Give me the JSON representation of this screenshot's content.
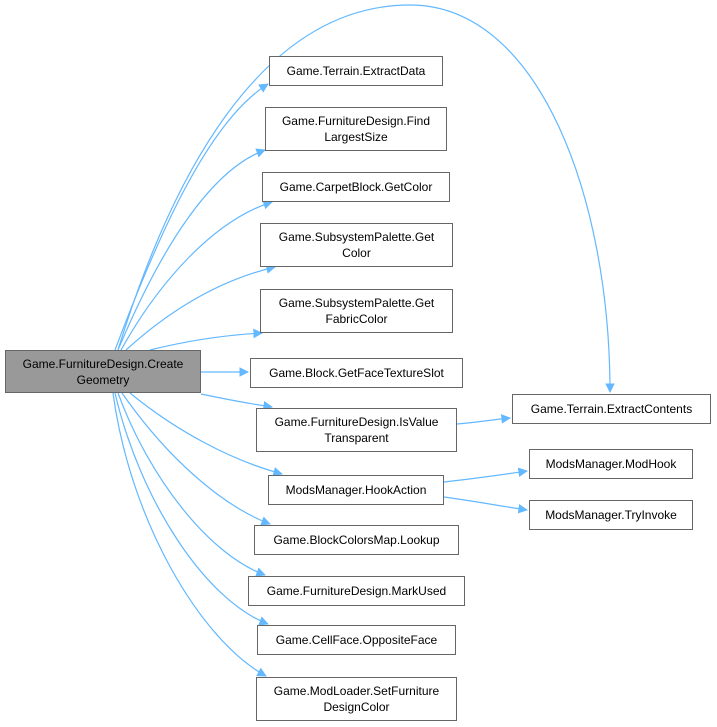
{
  "graph": {
    "edge_color": "#63b8ff",
    "root": "Game.FurnitureDesign.Create\nGeometry",
    "nodes": {
      "root": "Game.FurnitureDesign.Create\nGeometry",
      "extractData": "Game.Terrain.ExtractData",
      "findLargest": "Game.FurnitureDesign.Find\nLargestSize",
      "carpetColor": "Game.CarpetBlock.GetColor",
      "paletteColor": "Game.SubsystemPalette.Get\nColor",
      "fabricColor": "Game.SubsystemPalette.Get\nFabricColor",
      "faceTexture": "Game.Block.GetFaceTextureSlot",
      "isTransparent": "Game.FurnitureDesign.IsValue\nTransparent",
      "hookAction": "ModsManager.HookAction",
      "lookup": "Game.BlockColorsMap.Lookup",
      "markUsed": "Game.FurnitureDesign.MarkUsed",
      "oppositeFace": "Game.CellFace.OppositeFace",
      "setColor": "Game.ModLoader.SetFurniture\nDesignColor",
      "extractContents": "Game.Terrain.ExtractContents",
      "modHook": "ModsManager.ModHook",
      "tryInvoke": "ModsManager.TryInvoke"
    },
    "edges": [
      [
        "root",
        "extractData"
      ],
      [
        "root",
        "findLargest"
      ],
      [
        "root",
        "carpetColor"
      ],
      [
        "root",
        "paletteColor"
      ],
      [
        "root",
        "fabricColor"
      ],
      [
        "root",
        "faceTexture"
      ],
      [
        "root",
        "isTransparent"
      ],
      [
        "root",
        "hookAction"
      ],
      [
        "root",
        "lookup"
      ],
      [
        "root",
        "markUsed"
      ],
      [
        "root",
        "oppositeFace"
      ],
      [
        "root",
        "setColor"
      ],
      [
        "root",
        "extractContents"
      ],
      [
        "isTransparent",
        "extractContents"
      ],
      [
        "hookAction",
        "modHook"
      ],
      [
        "hookAction",
        "tryInvoke"
      ]
    ]
  }
}
